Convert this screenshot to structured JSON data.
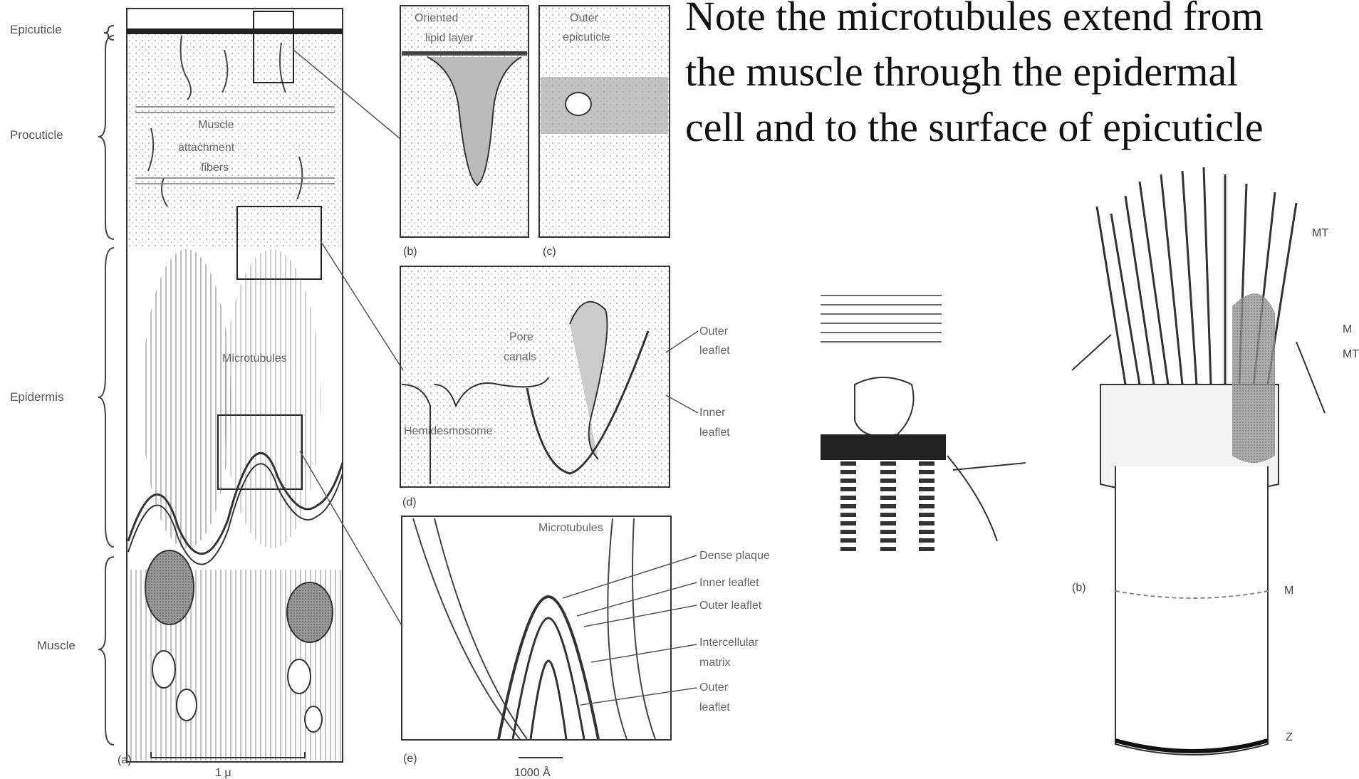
{
  "caption": {
    "line1": "Note the microtubules extend from",
    "line2": "the muscle through the epidermal",
    "line3": "cell and to the surface of epicuticle"
  },
  "panel_a": {
    "layers": {
      "epicuticle": "Epicuticle",
      "procuticle": "Procuticle",
      "epidermis": "Epidermis",
      "muscle": "Muscle"
    },
    "inner": {
      "muscle_attachment_1": "Muscle",
      "muscle_attachment_2": "attachment",
      "muscle_attachment_3": "fibers",
      "microtubules": "Microtubules"
    },
    "tag": "(a)",
    "scale": "1 μ"
  },
  "panel_b": {
    "label_1": "Oriented",
    "label_2": "lipid layer",
    "tag": "(b)"
  },
  "panel_c": {
    "label_1": "Outer",
    "label_2": "epicuticle",
    "tag": "(c)"
  },
  "panel_d": {
    "pore_1": "Pore",
    "pore_2": "canals",
    "hemidesmosome": "Hemidesmosome",
    "outer_leaflet_1": "Outer",
    "outer_leaflet_2": "leaflet",
    "inner_leaflet_1": "Inner",
    "inner_leaflet_2": "leaflet",
    "tag": "(d)"
  },
  "panel_e": {
    "microtubules": "Microtubules",
    "dense_plaque": "Dense plaque",
    "inner_leaflet": "Inner leaflet",
    "outer_leaflet": "Outer leaflet",
    "intercellular_1": "Intercellular",
    "intercellular_2": "matrix",
    "outer_leaflet_b1": "Outer",
    "outer_leaflet_b2": "leaflet",
    "tag": "(e)",
    "scale": "1000 Å"
  },
  "panel_3d": {
    "mt": "MT",
    "m_right_1": "M",
    "m_right_2": "MT",
    "m": "M",
    "z": "Z",
    "tag": "(b)"
  }
}
